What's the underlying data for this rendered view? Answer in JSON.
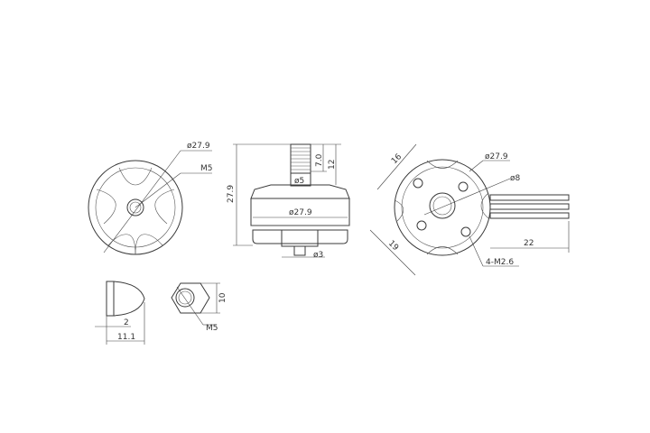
{
  "drawing": {
    "front_view": {
      "labels": {
        "outer_diameter": "ø27.9",
        "thread": "M5"
      }
    },
    "side_view": {
      "labels": {
        "total_height": "27.9",
        "thread_length": "7.0",
        "shaft_length": "12",
        "shaft_diameter": "ø5",
        "body_diameter": "ø27.9",
        "bottom_shaft": "ø3"
      }
    },
    "bottom_view": {
      "labels": {
        "mount_spacing_a": "16",
        "mount_spacing_b": "19",
        "outer_diameter": "ø27.9",
        "center_hole": "ø8",
        "mount_holes": "4-M2.6",
        "wire_length": "22"
      }
    },
    "prop_nut": {
      "labels": {
        "flange": "2",
        "length": "11.1",
        "hex_size": "10",
        "thread": "M5"
      }
    }
  }
}
